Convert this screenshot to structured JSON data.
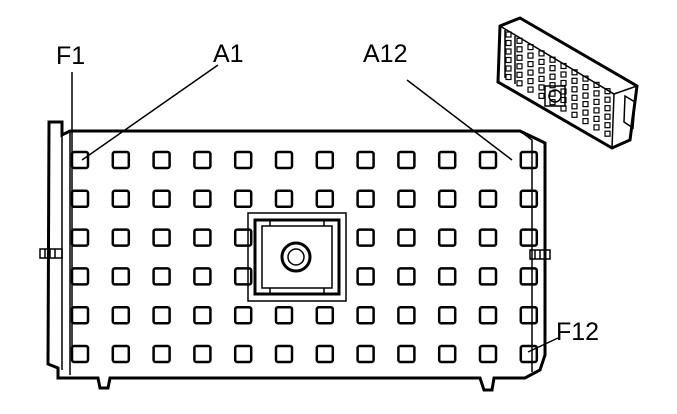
{
  "labels": {
    "f1": "F1",
    "a1": "A1",
    "a12": "A12",
    "f12": "F12"
  },
  "connector": {
    "rows": 6,
    "columns": 12,
    "first_row_cavity": "A1",
    "last_row_cavity": "A12",
    "first_bottom_cavity": "F1",
    "last_bottom_cavity": "F12"
  },
  "colors": {
    "ink": "#000000",
    "background": "#ffffff"
  }
}
